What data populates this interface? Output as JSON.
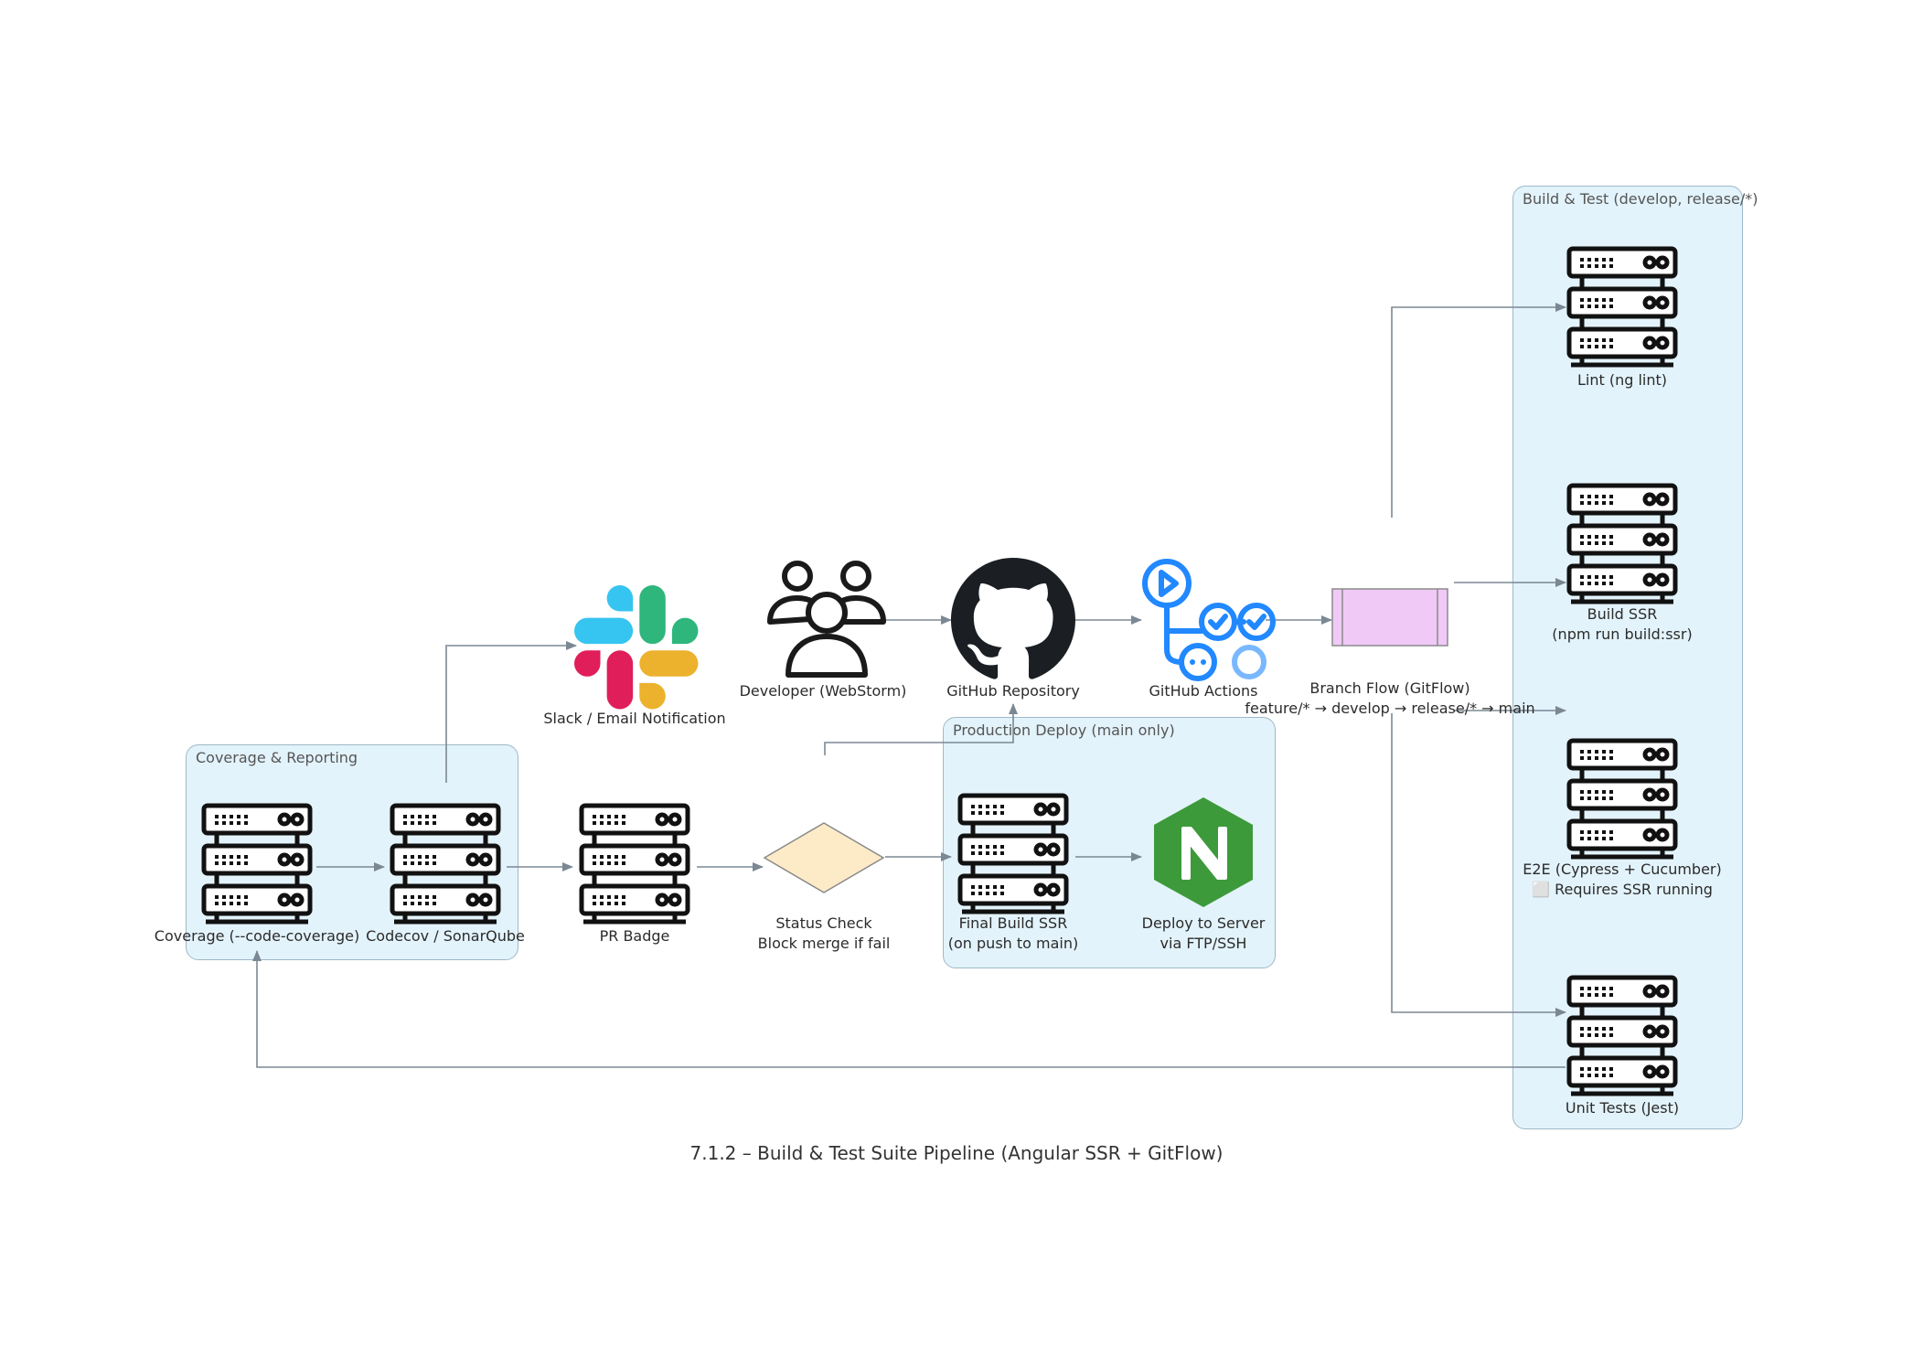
{
  "title": "7.1.2 – Build & Test Suite Pipeline (Angular SSR + GitFlow)",
  "colors": {
    "cluster_fill": "#e3f3fb",
    "cluster_border": "#9fb8c8",
    "edge": "#7b8894",
    "decision_fill": "#fdebc8",
    "branch_fill": "#f0c9f7",
    "github_black": "#1b1f23",
    "actions_blue": "#2188ff",
    "nginx_green": "#3d9a3a"
  },
  "clusters": {
    "build_test": "Build & Test (develop, release/*)",
    "coverage": "Coverage & Reporting",
    "production": "Production Deploy (main only)"
  },
  "nodes": {
    "developer": {
      "label": "Developer (WebStorm)",
      "icon": "users-icon"
    },
    "github_repo": {
      "label": "GitHub Repository",
      "icon": "github-icon"
    },
    "github_actions": {
      "label": "GitHub Actions",
      "icon": "github-actions-icon"
    },
    "branch_flow": {
      "line1": "Branch Flow (GitFlow)",
      "line2": "feature/* → develop → release/* → main"
    },
    "lint": {
      "label": "Lint (ng lint)",
      "icon": "server-icon"
    },
    "build_ssr": {
      "line1": "Build SSR",
      "line2": "(npm run build:ssr)",
      "icon": "server-icon"
    },
    "e2e": {
      "line1": "E2E (Cypress + Cucumber)",
      "line2": "⬜ Requires SSR running",
      "icon": "server-icon"
    },
    "unit_tests": {
      "label": "Unit Tests (Jest)",
      "icon": "server-icon"
    },
    "slack": {
      "label": "Slack / Email Notification",
      "icon": "slack-icon"
    },
    "coverage": {
      "label": "Coverage (--code-coverage)",
      "icon": "server-icon"
    },
    "codecov": {
      "label": "Codecov / SonarQube",
      "icon": "server-icon"
    },
    "pr_badge": {
      "label": "PR Badge",
      "icon": "server-icon"
    },
    "status_check": {
      "line1": "Status Check",
      "line2": "Block merge if fail"
    },
    "final_build": {
      "line1": "Final Build SSR",
      "line2": "(on push to main)",
      "icon": "server-icon"
    },
    "deploy": {
      "line1": "Deploy to Server",
      "line2": "via FTP/SSH",
      "icon": "nginx-icon"
    }
  }
}
